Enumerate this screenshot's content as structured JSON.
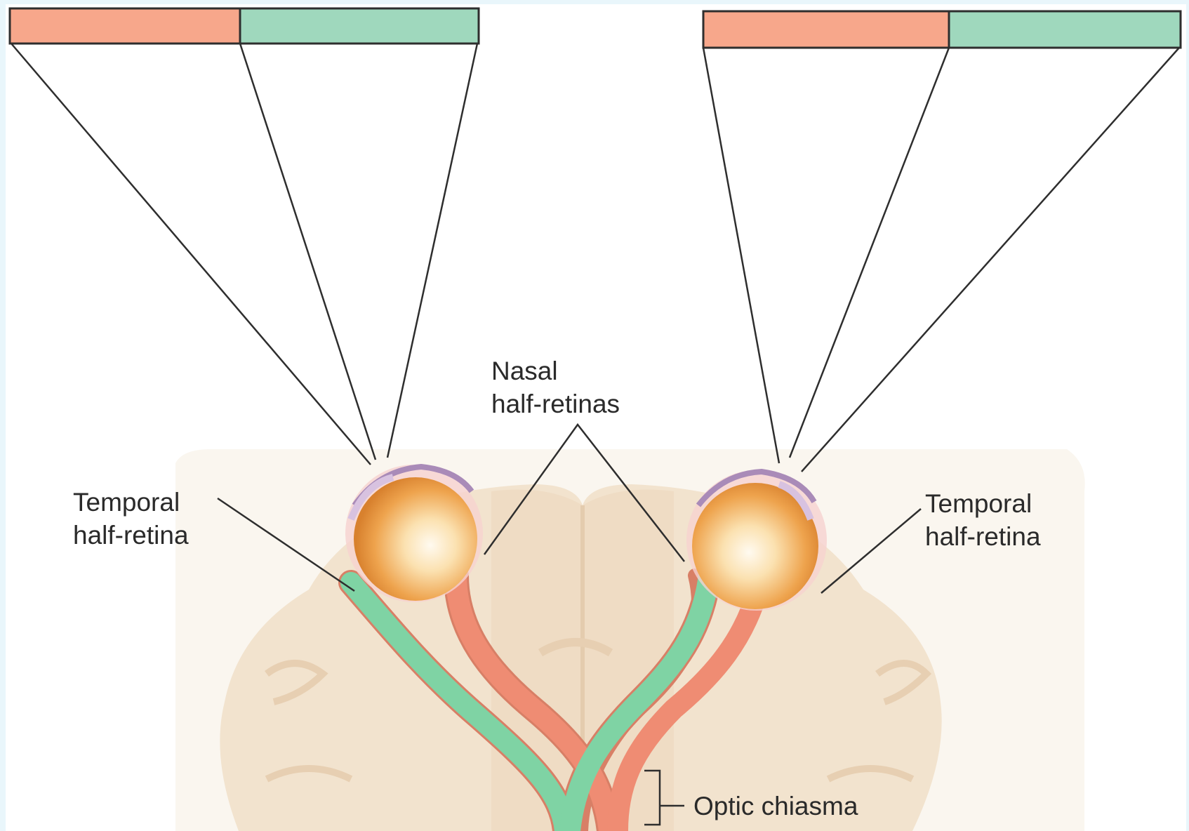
{
  "labels": {
    "temporal_left": [
      "Temporal",
      "half-retina"
    ],
    "temporal_right": [
      "Temporal",
      "half-retina"
    ],
    "nasal": [
      "Nasal",
      "half-retinas"
    ],
    "optic_chiasma": "Optic chiasma"
  },
  "colors": {
    "background": "#e9f6fb",
    "canvas": "#ffffff",
    "temporal_field": "#f7a78b",
    "nasal_field": "#9fd8bd",
    "temporal_tract": "#ef8c73",
    "nasal_tract": "#7fd3a4",
    "brain": "#f1e1cc",
    "eye": "#e9a24a",
    "line": "#2e2e2e"
  }
}
